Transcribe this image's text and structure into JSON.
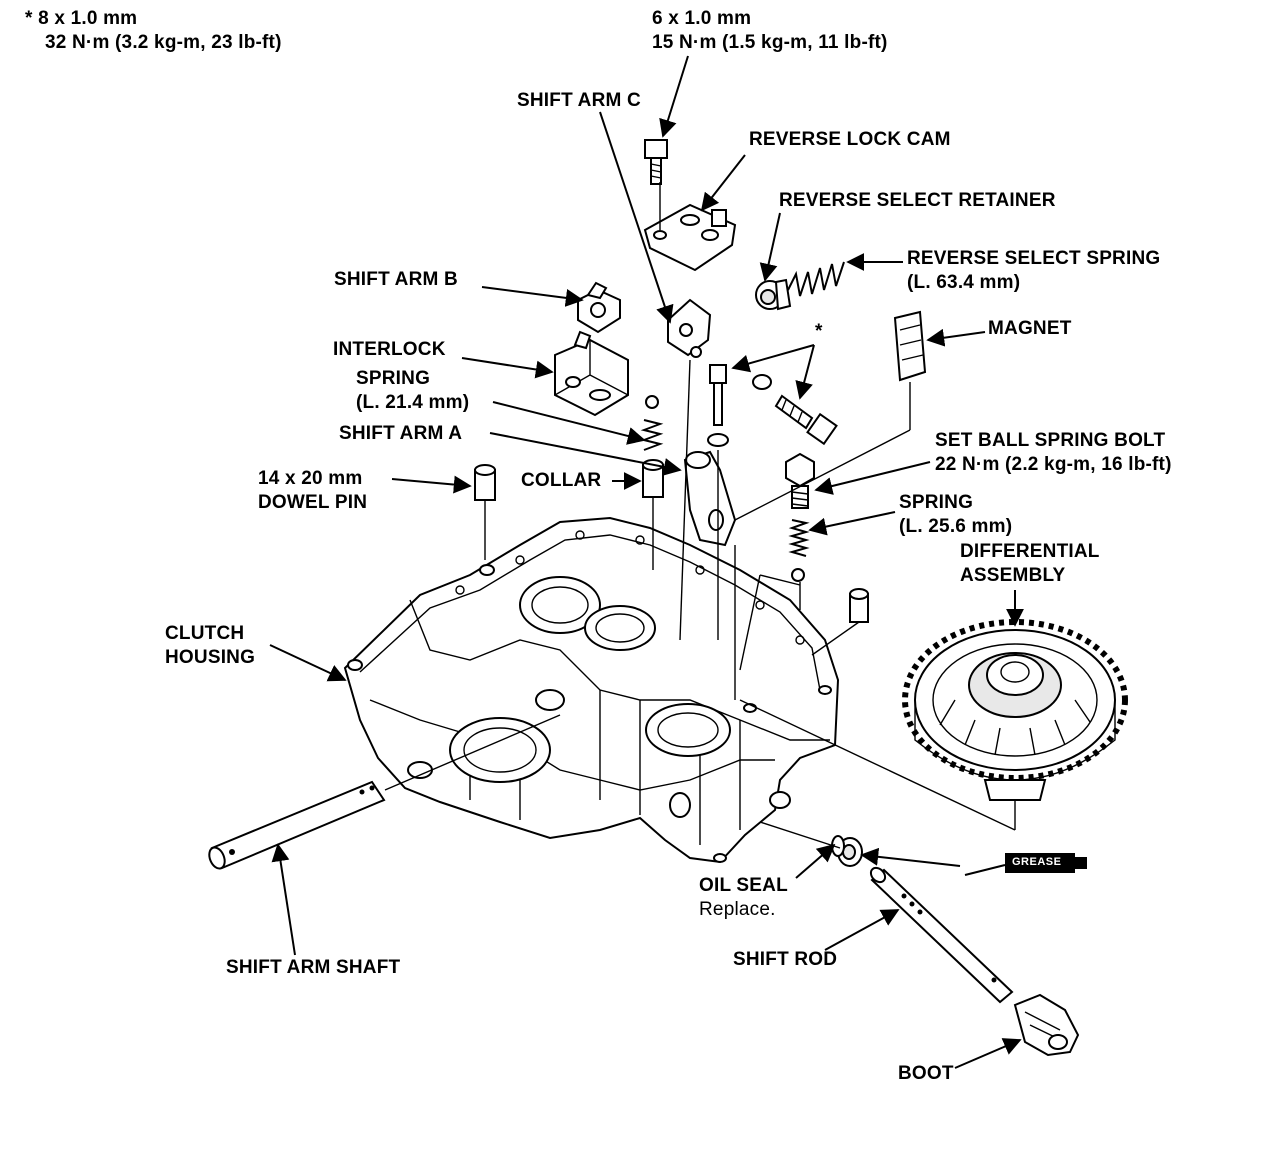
{
  "torque_spec_star": {
    "marker": "*",
    "size": "8 x 1.0 mm",
    "torque": "32 N·m (3.2 kg-m, 23 lb-ft)"
  },
  "torque_spec_top": {
    "size": "6 x 1.0 mm",
    "torque": "15 N·m (1.5 kg-m, 11 lb-ft)"
  },
  "labels": {
    "shift_arm_c": "SHIFT ARM C",
    "reverse_lock_cam": "REVERSE LOCK CAM",
    "reverse_select_retainer": "REVERSE SELECT RETAINER",
    "reverse_select_spring": "REVERSE SELECT SPRING",
    "reverse_select_spring_len": "(L. 63.4 mm)",
    "shift_arm_b": "SHIFT ARM B",
    "magnet": "MAGNET",
    "star_marker": "*",
    "interlock": "INTERLOCK",
    "interlock_spring": "SPRING",
    "interlock_spring_len": "(L. 21.4 mm)",
    "shift_arm_a": "SHIFT ARM A",
    "set_ball_spring_bolt": "SET BALL SPRING BOLT",
    "set_ball_spring_bolt_torque": "22 N·m (2.2 kg-m, 16 lb-ft)",
    "dowel_pin_size": "14 x 20 mm",
    "dowel_pin": "DOWEL PIN",
    "collar": "COLLAR",
    "spring": "SPRING",
    "spring_len": "(L. 25.6 mm)",
    "differential_line1": "DIFFERENTIAL",
    "differential_line2": "ASSEMBLY",
    "clutch_housing_line1": "CLUTCH",
    "clutch_housing_line2": "HOUSING",
    "oil_seal": "OIL SEAL",
    "oil_seal_note": "Replace.",
    "shift_arm_shaft": "SHIFT ARM SHAFT",
    "shift_rod": "SHIFT ROD",
    "boot": "BOOT",
    "grease": "GREASE"
  }
}
